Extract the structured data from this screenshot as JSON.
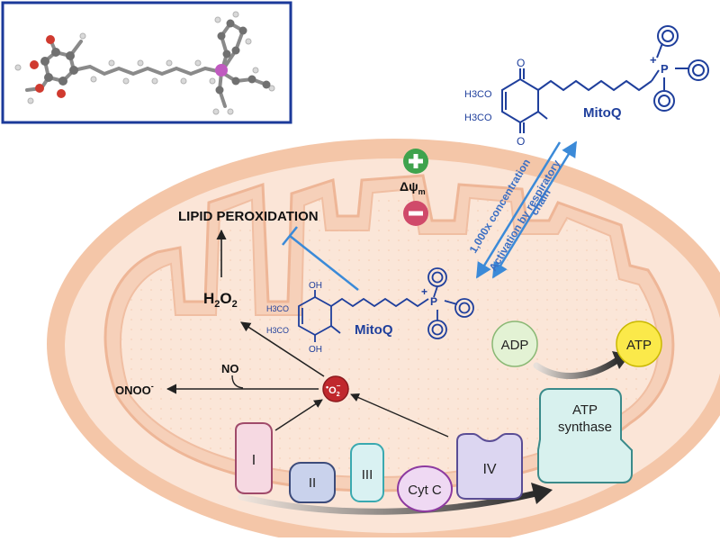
{
  "colors": {
    "outer_membrane": "#f4c6a8",
    "inner_membrane": "#f6d2bc",
    "matrix": "#fbe6d8",
    "mitoq_blue": "#1f3f9c",
    "arrow_blue": "#3b8ad8",
    "plus_green": "#3fa34d",
    "minus_red": "#d04a6a",
    "superoxide_red": "#c0282d",
    "adp_green": "#e3f2d4",
    "atp_yellow": "#fbe94a",
    "synthase_teal": "#d8f1ee",
    "complex_I": "#f6d9e2",
    "complex_II": "#c9d2ec",
    "complex_III": "#d9f1f2",
    "cyt_c": "#efd9f3",
    "complex_IV": "#dcd6f1"
  },
  "icons": [
    "ball-and-stick-molecule-icon",
    "plus-charge-icon",
    "minus-charge-icon",
    "inhibition-t-bar-icon"
  ],
  "membrane_potential": {
    "label": "Δψ",
    "subscript": "m"
  },
  "mitoq_top": {
    "name": "MitoQ",
    "groups": {
      "methoxy_top": "H3CO",
      "methoxy_bottom": "H3CO",
      "oxo_top": "O",
      "oxo_bottom": "O",
      "phosphonium": "P",
      "charge": "+"
    }
  },
  "mitoq_reduced": {
    "name": "MitoQ",
    "groups": {
      "hydroxyl_top": "OH",
      "hydroxyl_bottom": "OH",
      "methoxy_top": "H3CO",
      "methoxy_bottom": "H3CO",
      "phosphonium": "P",
      "charge": "+"
    }
  },
  "process_labels": {
    "concentration": "1,000x concentration",
    "activation_line1": "Activation by respiratory",
    "activation_line2": "chain"
  },
  "species": {
    "lipid_peroxidation": "LIPID PEROXIDATION",
    "h2o2": {
      "main": "H",
      "sub1": "2",
      "mid": "O",
      "sub2": "2"
    },
    "superoxide": {
      "dot": "•",
      "main": "O",
      "sub": "2",
      "sup": "−"
    },
    "no": "NO",
    "peroxynitrite": {
      "main": "ONOO",
      "sup": "-"
    }
  },
  "energy": {
    "adp": "ADP",
    "atp": "ATP",
    "synthase_line1": "ATP",
    "synthase_line2": "synthase"
  },
  "complexes": {
    "I": "I",
    "II": "II",
    "III": "III",
    "cyt_c": "Cyt C",
    "IV": "IV"
  }
}
